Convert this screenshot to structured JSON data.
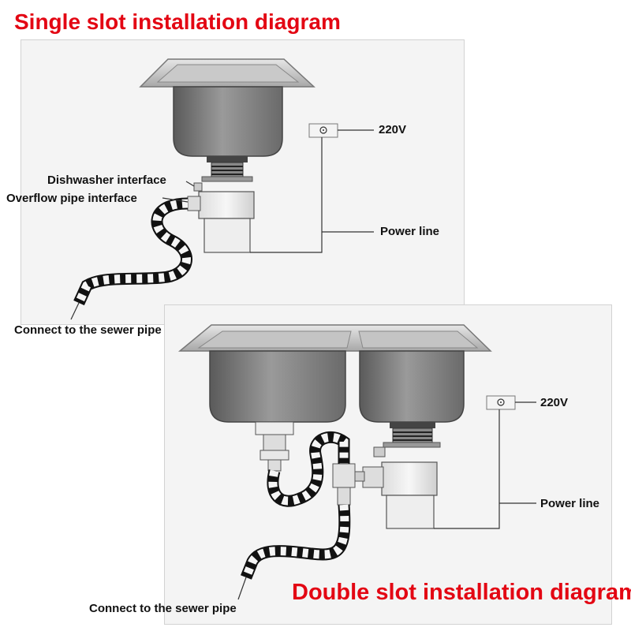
{
  "single": {
    "title": "Single slot installation diagram",
    "labels": {
      "dishwasher": "Dishwasher interface",
      "overflow": "Overflow pipe interface",
      "voltage": "220V",
      "power": "Power line",
      "sewer": "Connect to the sewer pipe"
    }
  },
  "double": {
    "title": "Double slot installation diagram",
    "labels": {
      "voltage": "220V",
      "power": "Power line",
      "sewer": "Connect to the sewer pipe"
    }
  },
  "colors": {
    "title": "#e30613"
  },
  "icons": [
    "power-socket-icon",
    "sink-icon",
    "garbage-disposer-icon",
    "drain-hose-icon"
  ]
}
